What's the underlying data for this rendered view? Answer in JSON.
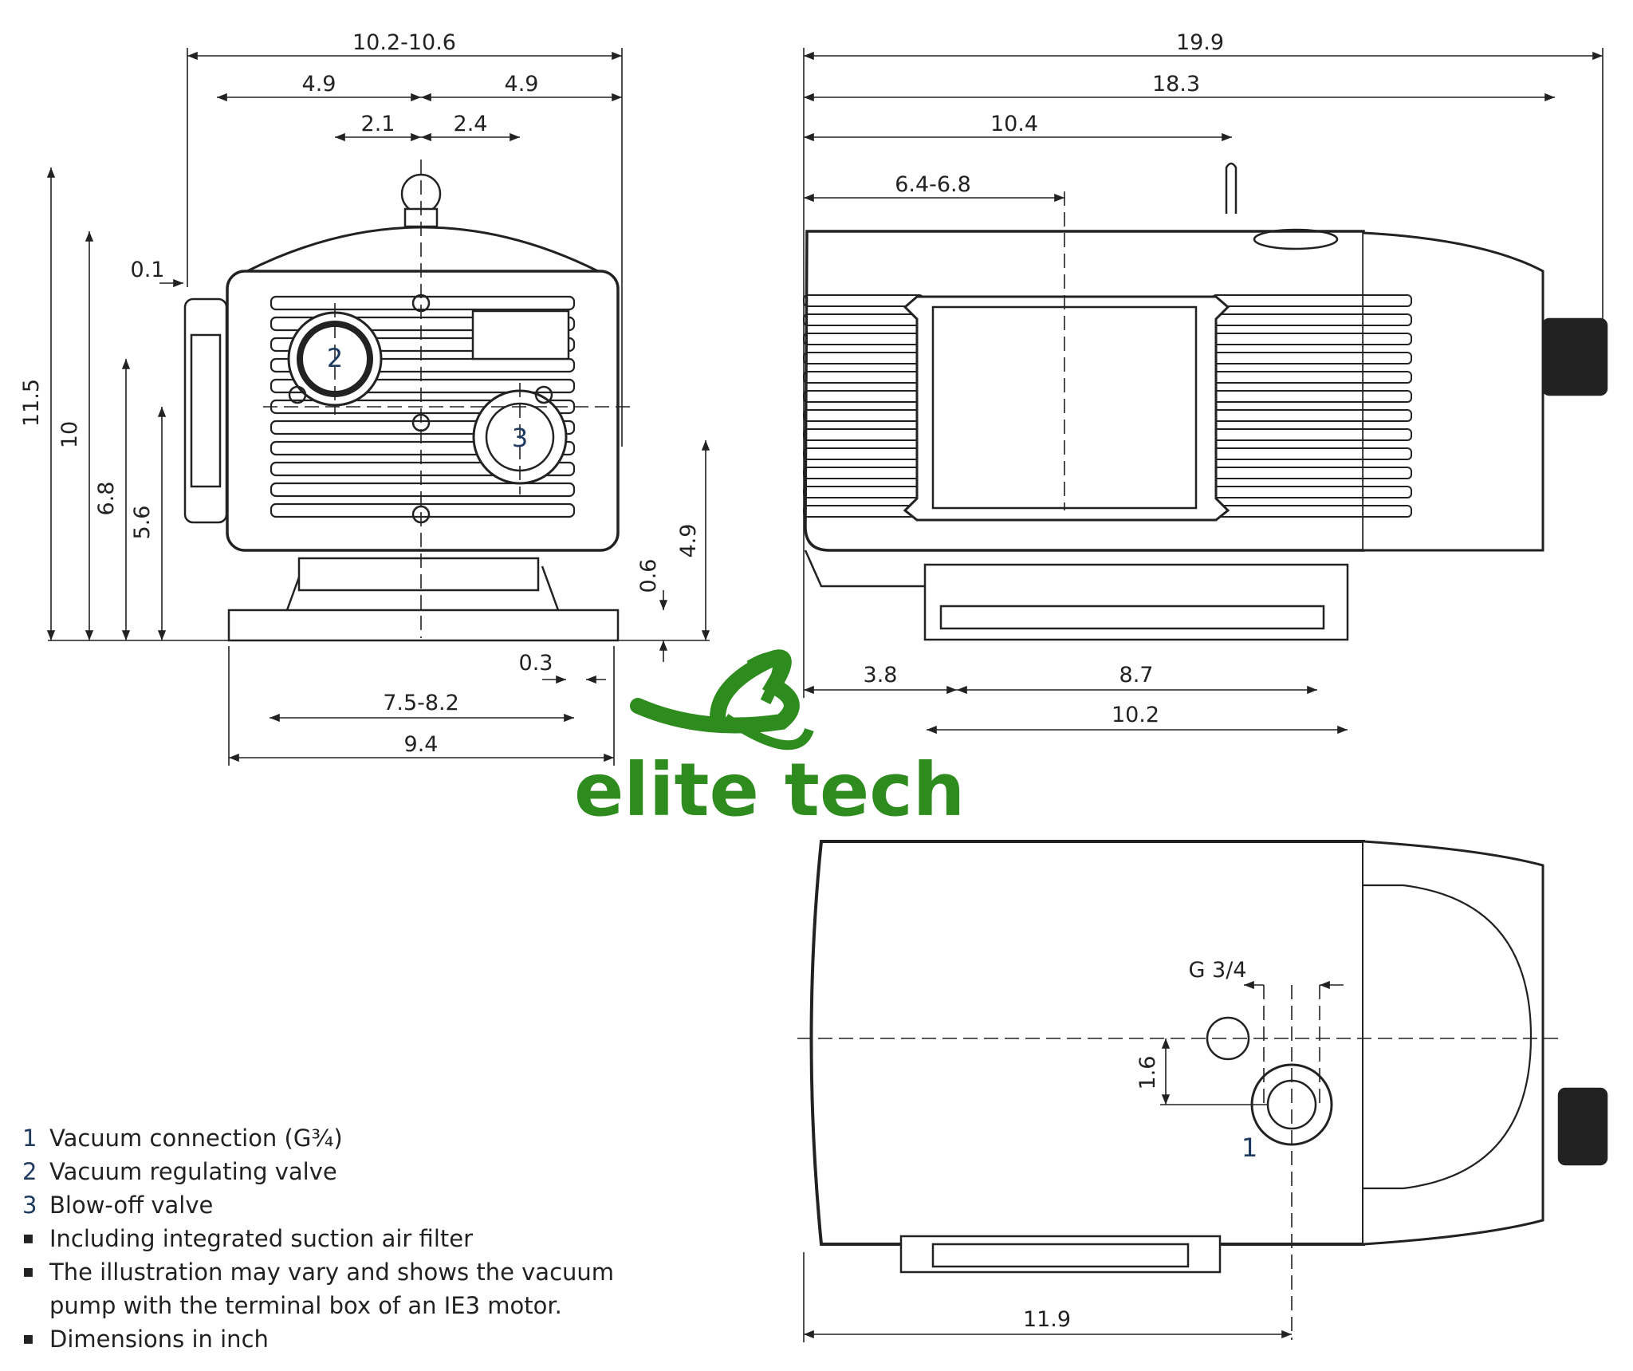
{
  "dimensions": {
    "front": {
      "overall_width": "10.2-10.6",
      "half_left": "4.9",
      "half_right": "4.9",
      "offset_left": "2.1",
      "offset_right": "2.4",
      "gap": "0.1",
      "height_total": "11.5",
      "height_body": "10",
      "height_valve2": "6.8",
      "height_axis": "5.6",
      "height_right": "4.9",
      "foot_height": "0.6",
      "foot_gap": "0.3",
      "hole_spacing": "7.5-8.2",
      "base_width": "9.4"
    },
    "side": {
      "overall_length": "19.9",
      "body_length": "18.3",
      "eyebolt": "10.4",
      "window_center": "6.4-6.8",
      "foot_offset": "3.8",
      "hole_spacing": "8.7",
      "base_length": "10.2"
    },
    "top": {
      "thread": "G 3/4",
      "offset": "1.6",
      "length": "11.9"
    }
  },
  "callouts": {
    "c1": "1",
    "c2": "2",
    "c3": "3"
  },
  "logo": {
    "text": "elite tech",
    "color": "#2e8b1e"
  },
  "legend": {
    "items": [
      {
        "marker": "1",
        "text": "Vacuum connection (G¾)"
      },
      {
        "marker": "2",
        "text": "Vacuum regulating valve"
      },
      {
        "marker": "3",
        "text": "Blow-off valve"
      },
      {
        "marker": "▪",
        "text": "Including integrated suction air filter"
      },
      {
        "marker": "▪",
        "text": "The illustration may vary and shows the vacuum pump with the terminal box of an IE3 motor."
      },
      {
        "marker": "▪",
        "text": "Dimensions in inch"
      }
    ]
  }
}
